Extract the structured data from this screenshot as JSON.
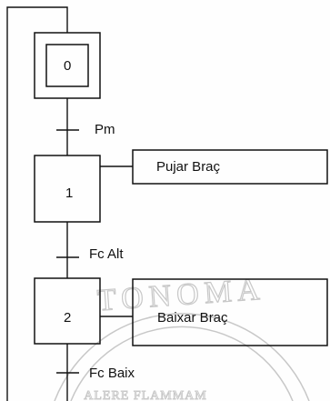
{
  "diagram": {
    "type": "GRAFCET",
    "steps": [
      {
        "number": "0",
        "initial": true
      },
      {
        "number": "1",
        "initial": false,
        "action": "Pujar Braç"
      },
      {
        "number": "2",
        "initial": false,
        "action": "Baixar Braç"
      }
    ],
    "transitions": [
      {
        "condition": "Pm"
      },
      {
        "condition": "Fc Alt"
      },
      {
        "condition": "Fc Baix"
      }
    ]
  },
  "colors": {
    "line": "#111111",
    "watermark": "#c8c8c8",
    "background": "#fefefe"
  }
}
